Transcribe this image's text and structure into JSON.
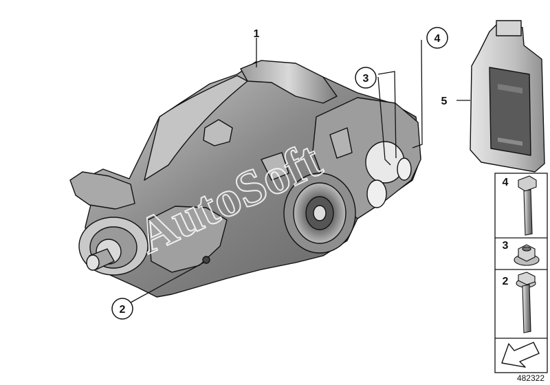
{
  "callouts": [
    {
      "id": "c1",
      "label": "1"
    },
    {
      "id": "c2",
      "label": "2"
    },
    {
      "id": "c3",
      "label": "3"
    },
    {
      "id": "c4",
      "label": "4"
    },
    {
      "id": "c5",
      "label": "5"
    }
  ],
  "parts_panel": [
    {
      "label": "4",
      "part": "bolt-long"
    },
    {
      "label": "3",
      "part": "flange-nut"
    },
    {
      "label": "2",
      "part": "bolt-short"
    }
  ],
  "diagram_id": "482322",
  "watermark": "AutoSoft",
  "colors": {
    "outline": "#111111",
    "housing_dark": "#6f6f6f",
    "housing_light": "#bdbdbd",
    "bottle": "#c8c8c8",
    "label": "#5a5a5a"
  }
}
